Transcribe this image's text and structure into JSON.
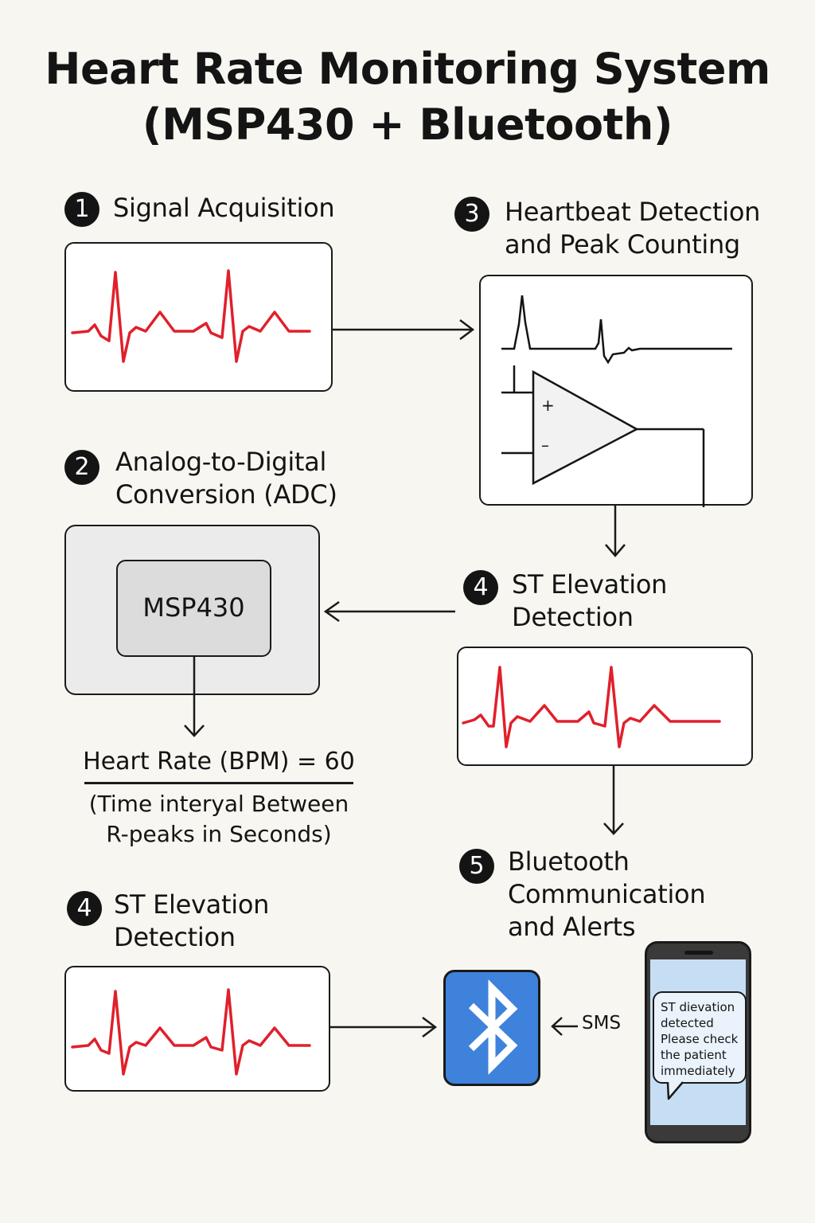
{
  "title": {
    "line1": "Heart Rate Monitoring System",
    "line2": "(MSP430 + Bluetooth)"
  },
  "steps": {
    "signal": {
      "number": "1",
      "label": "Signal Acquisition"
    },
    "adc": {
      "number": "2",
      "line1": "Analog-to-Digital",
      "line2": "Conversion (ADC)"
    },
    "heartbeat": {
      "number": "3",
      "line1": "Heartbeat Detection",
      "line2": "and Peak Counting"
    },
    "st_right": {
      "number": "4",
      "line1": "ST Elevation",
      "line2": "Detection"
    },
    "st_left": {
      "number": "4",
      "line1": "ST Elevation",
      "line2": "Detection"
    },
    "bluetooth": {
      "number": "5",
      "line1": "Bluetooth",
      "line2": "Communication",
      "line3": "and Alerts"
    }
  },
  "mcu": {
    "label": "MSP430"
  },
  "formula": {
    "numerator": "Heart Rate (BPM) = 60",
    "denominator_line1": "(Time interyal Between",
    "denominator_line2": "R-peaks in Seconds)"
  },
  "comparator": {
    "plus": "+",
    "minus": "–"
  },
  "sms_label": "SMS",
  "phone_message": {
    "line1": "ST dievation",
    "line2": "detected",
    "line3": "Please check",
    "line4": "the patient",
    "line5": "immediately"
  },
  "colors": {
    "ecg_trace": "#e0202b",
    "bluetooth": "#3f82db",
    "phone_screen": "#c6def4",
    "background": "#f8f6f1"
  }
}
